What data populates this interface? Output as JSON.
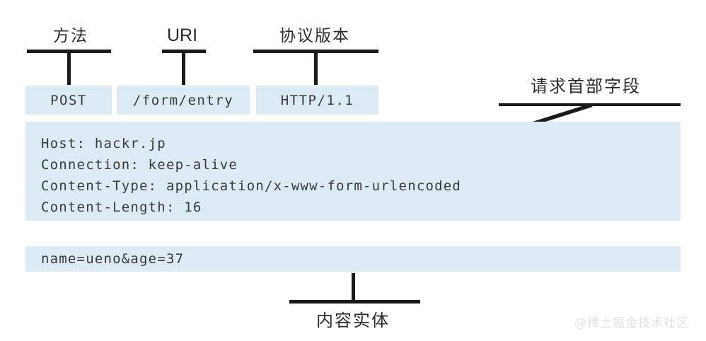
{
  "diagram": {
    "title_labels": {
      "method": "方法",
      "uri": "URI",
      "version": "协议版本",
      "request_headers": "请求首部字段",
      "entity_body": "内容实体"
    },
    "request_line": [
      {
        "name": "method",
        "value": "POST"
      },
      {
        "name": "uri",
        "value": "/form/entry"
      },
      {
        "name": "version",
        "value": "HTTP/1.1"
      }
    ],
    "header_block": {
      "lines": [
        "Host: hackr.jp",
        "Connection: keep-alive",
        "Content-Type: application/x-www-form-urlencoded",
        "Content-Length: 16"
      ],
      "text": "Host: hackr.jp\nConnection: keep-alive\nContent-Type: application/x-www-form-urlencoded\nContent-Length: 16"
    },
    "body_block": {
      "lines": [
        "name=ueno&age=37"
      ],
      "text": "name=ueno&age=37"
    },
    "colors": {
      "block_fill": "#dbeaf3",
      "line": "#1a1a1a",
      "text": "#3a3a3a",
      "label": "#2b2b2b",
      "watermark": "#e2e2e2",
      "background": "#ffffff"
    }
  },
  "watermark": {
    "text": "@稀土掘金技术社区"
  }
}
